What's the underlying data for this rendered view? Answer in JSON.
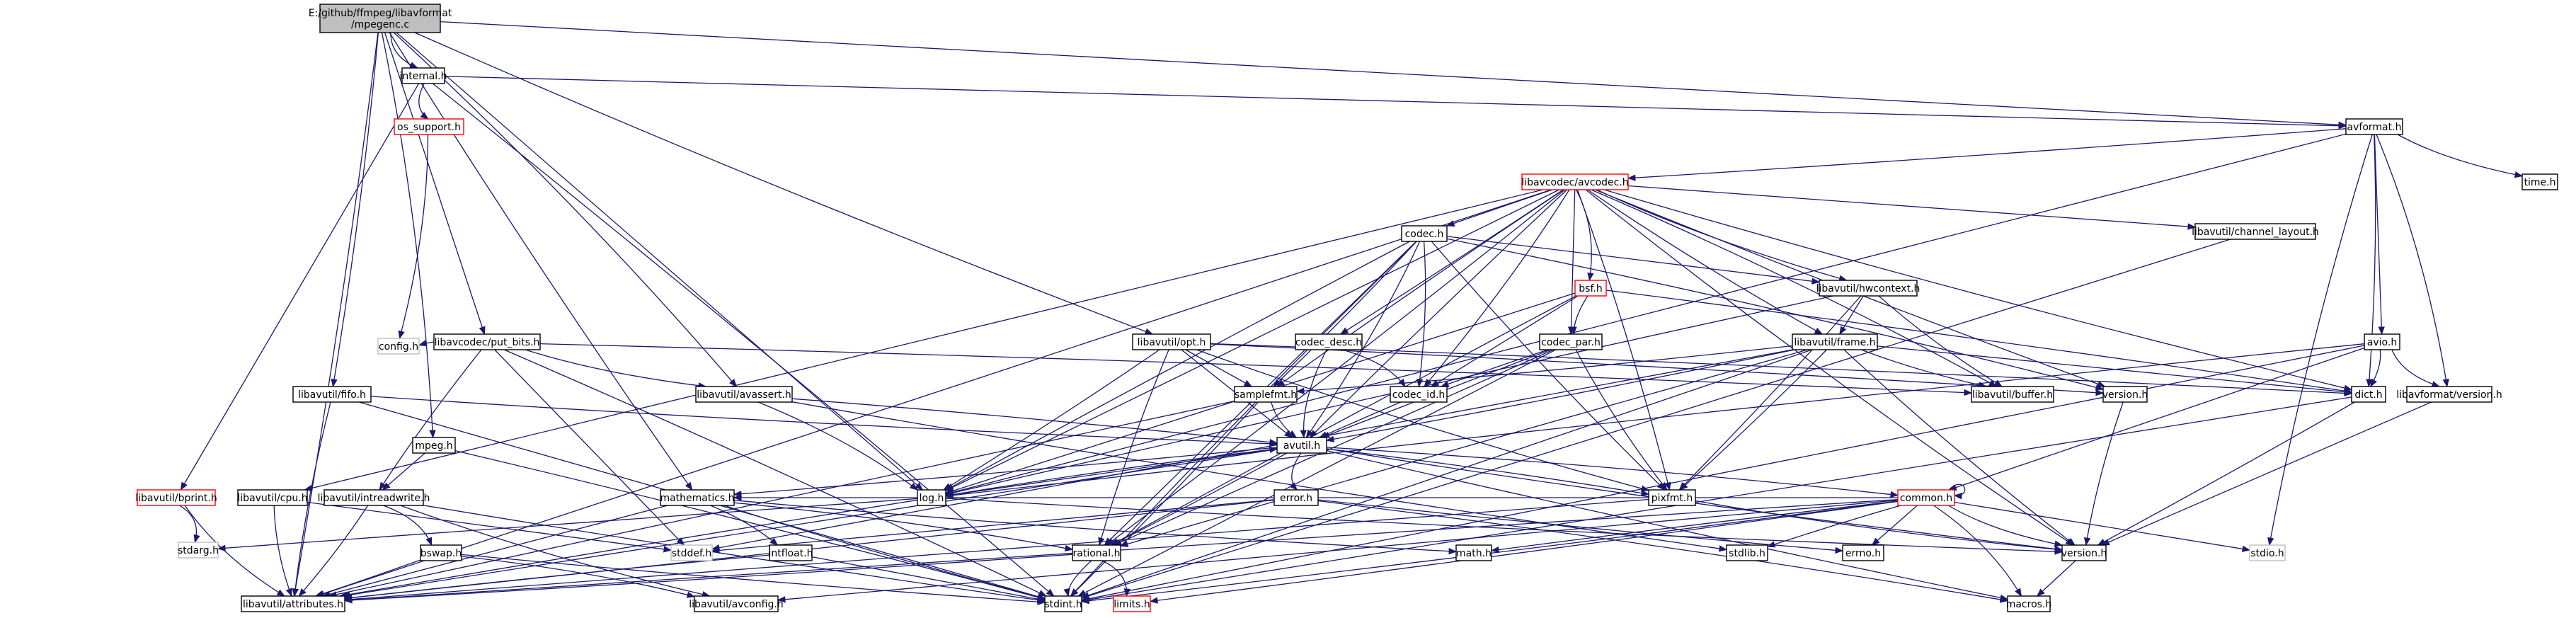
{
  "graph": {
    "root": "E:/github/ffmpeg/libavformat/mpegenc.c",
    "colors": {
      "background": "#ffffff",
      "root_fill": "#bfbfbf",
      "node_border": "#000000",
      "node_border_unresolved": "#bfbfbf",
      "node_border_has_more": "#ff0000",
      "edge": "#191970"
    },
    "nodes": [
      {
        "id": "root",
        "label": "E:/github/ffmpeg/libavformat\n/mpegenc.c",
        "kind": "root"
      },
      {
        "id": "internal",
        "label": "internal.h",
        "kind": "normal"
      },
      {
        "id": "os_support",
        "label": "os_support.h",
        "kind": "truncated"
      },
      {
        "id": "config",
        "label": "config.h",
        "kind": "unresolved"
      },
      {
        "id": "avformat",
        "label": "avformat.h",
        "kind": "normal"
      },
      {
        "id": "time",
        "label": "time.h",
        "kind": "normal"
      },
      {
        "id": "avcodec",
        "label": "libavcodec/avcodec.h",
        "kind": "truncated"
      },
      {
        "id": "channel_layout",
        "label": "libavutil/channel_layout.h",
        "kind": "normal"
      },
      {
        "id": "codec",
        "label": "codec.h",
        "kind": "normal"
      },
      {
        "id": "bsf",
        "label": "bsf.h",
        "kind": "truncated"
      },
      {
        "id": "hwcontext",
        "label": "libavutil/hwcontext.h",
        "kind": "normal"
      },
      {
        "id": "frame",
        "label": "libavutil/frame.h",
        "kind": "normal"
      },
      {
        "id": "codec_par",
        "label": "codec_par.h",
        "kind": "normal"
      },
      {
        "id": "codec_desc",
        "label": "codec_desc.h",
        "kind": "normal"
      },
      {
        "id": "opt",
        "label": "libavutil/opt.h",
        "kind": "normal"
      },
      {
        "id": "put_bits",
        "label": "libavcodec/put_bits.h",
        "kind": "normal"
      },
      {
        "id": "fifo",
        "label": "libavutil/fifo.h",
        "kind": "normal"
      },
      {
        "id": "avassert",
        "label": "libavutil/avassert.h",
        "kind": "normal"
      },
      {
        "id": "samplefmt",
        "label": "samplefmt.h",
        "kind": "normal"
      },
      {
        "id": "codec_id",
        "label": "codec_id.h",
        "kind": "normal"
      },
      {
        "id": "avutil",
        "label": "avutil.h",
        "kind": "normal"
      },
      {
        "id": "avio",
        "label": "avio.h",
        "kind": "normal"
      },
      {
        "id": "dict",
        "label": "dict.h",
        "kind": "normal"
      },
      {
        "id": "lavf_version",
        "label": "libavformat/version.h",
        "kind": "normal"
      },
      {
        "id": "lavc_version",
        "label": "version.h",
        "kind": "normal"
      },
      {
        "id": "buffer",
        "label": "libavutil/buffer.h",
        "kind": "normal"
      },
      {
        "id": "mpeg",
        "label": "mpeg.h",
        "kind": "normal"
      },
      {
        "id": "bprint",
        "label": "libavutil/bprint.h",
        "kind": "truncated"
      },
      {
        "id": "cpu",
        "label": "libavutil/cpu.h",
        "kind": "normal"
      },
      {
        "id": "intreadwrite",
        "label": "libavutil/intreadwrite.h",
        "kind": "normal"
      },
      {
        "id": "mathematics",
        "label": "mathematics.h",
        "kind": "normal"
      },
      {
        "id": "log",
        "label": "log.h",
        "kind": "normal"
      },
      {
        "id": "error",
        "label": "error.h",
        "kind": "normal"
      },
      {
        "id": "pixfmt",
        "label": "pixfmt.h",
        "kind": "normal"
      },
      {
        "id": "common",
        "label": "common.h",
        "kind": "truncated"
      },
      {
        "id": "stdarg",
        "label": "stdarg.h",
        "kind": "unresolved"
      },
      {
        "id": "attributes",
        "label": "libavutil/attributes.h",
        "kind": "normal"
      },
      {
        "id": "bswap",
        "label": "bswap.h",
        "kind": "normal"
      },
      {
        "id": "intfloat",
        "label": "intfloat.h",
        "kind": "normal"
      },
      {
        "id": "stddef",
        "label": "stddef.h",
        "kind": "unresolved"
      },
      {
        "id": "rational",
        "label": "rational.h",
        "kind": "normal"
      },
      {
        "id": "avconfig",
        "label": "libavutil/avconfig.h",
        "kind": "normal"
      },
      {
        "id": "stdint",
        "label": "stdint.h",
        "kind": "normal"
      },
      {
        "id": "limits",
        "label": "limits.h",
        "kind": "truncated"
      },
      {
        "id": "math",
        "label": "math.h",
        "kind": "normal"
      },
      {
        "id": "stdlib",
        "label": "stdlib.h",
        "kind": "normal"
      },
      {
        "id": "errno",
        "label": "errno.h",
        "kind": "normal"
      },
      {
        "id": "util_version",
        "label": "version.h",
        "kind": "normal"
      },
      {
        "id": "macros",
        "label": "macros.h",
        "kind": "normal"
      },
      {
        "id": "stdio",
        "label": "stdio.h",
        "kind": "unresolved"
      }
    ],
    "edges": [
      [
        "root",
        "internal"
      ],
      [
        "root",
        "avformat"
      ],
      [
        "root",
        "put_bits"
      ],
      [
        "root",
        "fifo"
      ],
      [
        "root",
        "mpeg"
      ],
      [
        "root",
        "opt"
      ],
      [
        "root",
        "mathematics"
      ],
      [
        "root",
        "log"
      ],
      [
        "root",
        "attributes"
      ],
      [
        "root",
        "avassert"
      ],
      [
        "internal",
        "os_support"
      ],
      [
        "internal",
        "avformat"
      ],
      [
        "internal",
        "bprint"
      ],
      [
        "internal",
        "stdint"
      ],
      [
        "os_support",
        "config"
      ],
      [
        "avformat",
        "time"
      ],
      [
        "avformat",
        "avcodec"
      ],
      [
        "avformat",
        "avio"
      ],
      [
        "avformat",
        "dict"
      ],
      [
        "avformat",
        "lavf_version"
      ],
      [
        "avformat",
        "stdio"
      ],
      [
        "avformat",
        "log"
      ],
      [
        "avcodec",
        "channel_layout"
      ],
      [
        "avcodec",
        "codec"
      ],
      [
        "avcodec",
        "bsf"
      ],
      [
        "avcodec",
        "hwcontext"
      ],
      [
        "avcodec",
        "frame"
      ],
      [
        "avcodec",
        "codec_par"
      ],
      [
        "avcodec",
        "codec_desc"
      ],
      [
        "avcodec",
        "codec_id"
      ],
      [
        "avcodec",
        "samplefmt"
      ],
      [
        "avcodec",
        "avutil"
      ],
      [
        "avcodec",
        "attributes"
      ],
      [
        "avcodec",
        "cpu"
      ],
      [
        "avcodec",
        "buffer"
      ],
      [
        "avcodec",
        "dict"
      ],
      [
        "avcodec",
        "lavc_version"
      ],
      [
        "avcodec",
        "log"
      ],
      [
        "avcodec",
        "pixfmt"
      ],
      [
        "avcodec",
        "rational"
      ],
      [
        "avcodec",
        "util_version"
      ],
      [
        "channel_layout",
        "stdint"
      ],
      [
        "codec",
        "hwcontext"
      ],
      [
        "codec",
        "codec_id"
      ],
      [
        "codec",
        "avutil"
      ],
      [
        "codec",
        "log"
      ],
      [
        "codec",
        "pixfmt"
      ],
      [
        "codec",
        "rational"
      ],
      [
        "codec",
        "samplefmt"
      ],
      [
        "codec",
        "lavc_version"
      ],
      [
        "codec",
        "stdint"
      ],
      [
        "bsf",
        "codec_par"
      ],
      [
        "bsf",
        "codec_id"
      ],
      [
        "bsf",
        "dict"
      ],
      [
        "bsf",
        "log"
      ],
      [
        "bsf",
        "rational"
      ],
      [
        "hwcontext",
        "buffer"
      ],
      [
        "hwcontext",
        "frame"
      ],
      [
        "hwcontext",
        "pixfmt"
      ],
      [
        "hwcontext",
        "log"
      ],
      [
        "frame",
        "avutil"
      ],
      [
        "frame",
        "buffer"
      ],
      [
        "frame",
        "dict"
      ],
      [
        "frame",
        "pixfmt"
      ],
      [
        "frame",
        "rational"
      ],
      [
        "frame",
        "samplefmt"
      ],
      [
        "frame",
        "util_version"
      ],
      [
        "frame",
        "stdint"
      ],
      [
        "frame",
        "stddef"
      ],
      [
        "codec_par",
        "codec_id"
      ],
      [
        "codec_par",
        "avutil"
      ],
      [
        "codec_par",
        "pixfmt"
      ],
      [
        "codec_par",
        "rational"
      ],
      [
        "codec_par",
        "stdint"
      ],
      [
        "codec_desc",
        "codec_id"
      ],
      [
        "codec_desc",
        "avutil"
      ],
      [
        "codec_id",
        "avutil"
      ],
      [
        "opt",
        "avutil"
      ],
      [
        "opt",
        "dict"
      ],
      [
        "opt",
        "log"
      ],
      [
        "opt",
        "pixfmt"
      ],
      [
        "opt",
        "rational"
      ],
      [
        "opt",
        "samplefmt"
      ],
      [
        "opt",
        "lavc_version"
      ],
      [
        "put_bits",
        "config"
      ],
      [
        "put_bits",
        "avassert"
      ],
      [
        "put_bits",
        "intreadwrite"
      ],
      [
        "put_bits",
        "stddef"
      ],
      [
        "put_bits",
        "stdint"
      ],
      [
        "put_bits",
        "buffer"
      ],
      [
        "fifo",
        "avutil"
      ],
      [
        "fifo",
        "attributes"
      ],
      [
        "fifo",
        "stdint"
      ],
      [
        "avassert",
        "avutil"
      ],
      [
        "avassert",
        "log"
      ],
      [
        "avassert",
        "stdlib"
      ],
      [
        "samplefmt",
        "avutil"
      ],
      [
        "samplefmt",
        "attributes"
      ],
      [
        "samplefmt",
        "stdint"
      ],
      [
        "avutil",
        "common"
      ],
      [
        "avutil",
        "error"
      ],
      [
        "avutil",
        "mathematics"
      ],
      [
        "avutil",
        "log"
      ],
      [
        "avutil",
        "pixfmt"
      ],
      [
        "avutil",
        "rational"
      ],
      [
        "avutil",
        "util_version"
      ],
      [
        "avutil",
        "macros"
      ],
      [
        "avutil",
        "attributes"
      ],
      [
        "avio",
        "dict"
      ],
      [
        "avio",
        "log"
      ],
      [
        "avio",
        "lavf_version"
      ],
      [
        "avio",
        "common"
      ],
      [
        "avio",
        "stdint"
      ],
      [
        "dict",
        "stdint"
      ],
      [
        "dict",
        "util_version"
      ],
      [
        "lavf_version",
        "util_version"
      ],
      [
        "lavc_version",
        "util_version"
      ],
      [
        "mpeg",
        "intreadwrite"
      ],
      [
        "mpeg",
        "stdint"
      ],
      [
        "bprint",
        "stdarg"
      ],
      [
        "bprint",
        "attributes"
      ],
      [
        "cpu",
        "attributes"
      ],
      [
        "cpu",
        "stddef"
      ],
      [
        "intreadwrite",
        "attributes"
      ],
      [
        "intreadwrite",
        "bswap"
      ],
      [
        "intreadwrite",
        "avconfig"
      ],
      [
        "intreadwrite",
        "stdint"
      ],
      [
        "mathematics",
        "attributes"
      ],
      [
        "mathematics",
        "intfloat"
      ],
      [
        "mathematics",
        "rational"
      ],
      [
        "mathematics",
        "math"
      ],
      [
        "mathematics",
        "stdint"
      ],
      [
        "log",
        "stdarg"
      ],
      [
        "log",
        "attributes"
      ],
      [
        "log",
        "avutil"
      ],
      [
        "log",
        "util_version"
      ],
      [
        "error",
        "errno"
      ],
      [
        "error",
        "stddef"
      ],
      [
        "error",
        "attributes"
      ],
      [
        "error",
        "macros"
      ],
      [
        "pixfmt",
        "util_version"
      ],
      [
        "pixfmt",
        "attributes"
      ],
      [
        "common",
        "errno"
      ],
      [
        "common",
        "math"
      ],
      [
        "common",
        "stdlib"
      ],
      [
        "common",
        "stdint"
      ],
      [
        "common",
        "limits"
      ],
      [
        "common",
        "stdio"
      ],
      [
        "common",
        "attributes"
      ],
      [
        "common",
        "macros"
      ],
      [
        "common",
        "util_version"
      ],
      [
        "common",
        "avconfig"
      ],
      [
        "common",
        "mathematics"
      ],
      [
        "common",
        "common"
      ],
      [
        "bswap",
        "avconfig"
      ],
      [
        "bswap",
        "attributes"
      ],
      [
        "bswap",
        "stdint"
      ],
      [
        "intfloat",
        "stdint"
      ],
      [
        "intfloat",
        "attributes"
      ],
      [
        "rational",
        "limits"
      ],
      [
        "rational",
        "stdint"
      ],
      [
        "rational",
        "attributes"
      ],
      [
        "util_version",
        "macros"
      ]
    ]
  }
}
